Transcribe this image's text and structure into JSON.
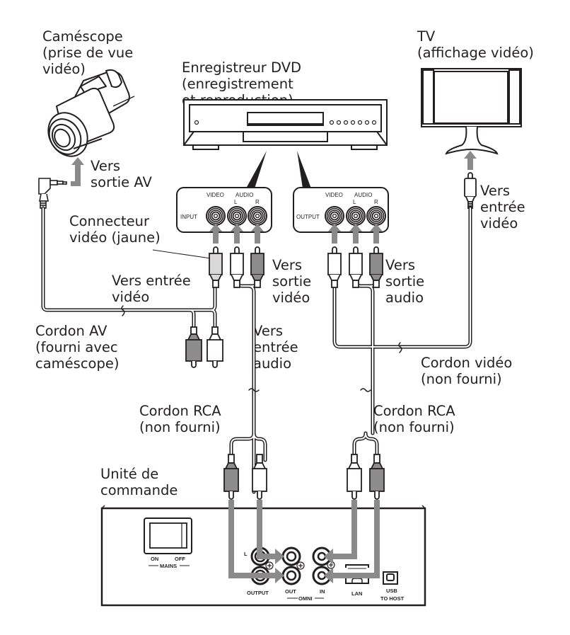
{
  "colors": {
    "line": "#231f20",
    "arrow": "#8a8a8a",
    "plug_gray": "#8c8c8c",
    "plug_yellow": "#d8d8d8",
    "plug_white": "#ffffff"
  },
  "devices": {
    "camcorder": {
      "label": "Caméscope\n(prise de vue\nvidéo)",
      "arrow_label": "Vers\nsortie AV"
    },
    "dvd_recorder": {
      "label": "Enregistreur DVD\n(enregistrement\net reproduction)"
    },
    "tv": {
      "label": "TV\n(affichage vidéo)",
      "arrow_label": "Vers\nentrée\nvidéo"
    },
    "control_unit": {
      "label": "Unité de\ncommande"
    }
  },
  "dvd_input_panel": {
    "row_label": "INPUT",
    "video": "VIDEO",
    "audio": "AUDIO",
    "left": "L",
    "right": "R"
  },
  "dvd_output_panel": {
    "row_label": "OUTPUT",
    "video": "VIDEO",
    "audio": "AUDIO",
    "left": "L",
    "right": "R"
  },
  "labels": {
    "video_connector": "Connecteur\nvidéo (jaune)",
    "to_video_input": "Vers entrée\nvidéo",
    "to_video_output": "Vers\nsortie\nvidéo",
    "to_audio_input": "Vers\nentrée\naudio",
    "to_audio_output": "Vers\nsortie\naudio",
    "av_cord": "Cordon AV\n(fourni avec\ncaméscope)",
    "video_cord": "Cordon vidéo\n(non fourni)",
    "rca_cord_left": "Cordon RCA\n(non fourni)",
    "rca_cord_right": "Cordon RCA\n(non fourni)"
  },
  "control_panel": {
    "on": "ON",
    "off": "OFF",
    "mains": "MAINS",
    "output": "OUTPUT",
    "left": "L",
    "omni_out": "OUT",
    "omni_in": "IN",
    "omni": "OMNI",
    "lan": "LAN",
    "usb_line1": "USB",
    "usb_line2": "TO HOST"
  }
}
